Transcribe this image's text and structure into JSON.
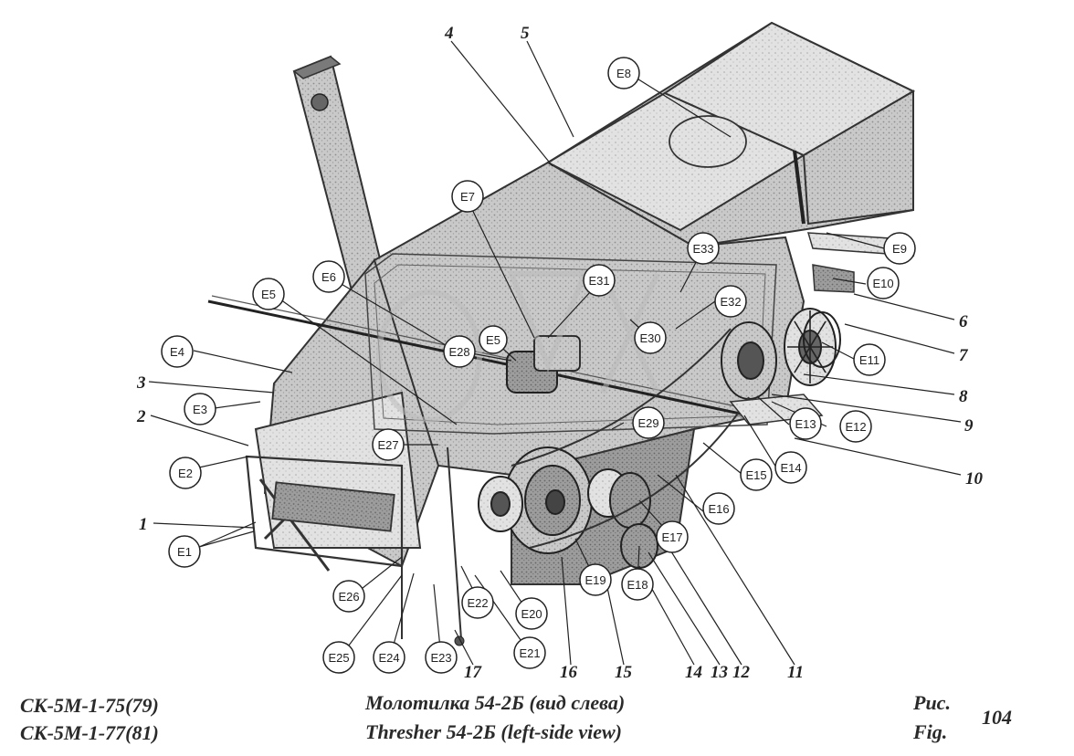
{
  "caption": {
    "model_1": "СК-5М-1-75(79)",
    "model_2": "СК-5М-1-77(81)",
    "title_ru": "Молотилка 54-2Б (вид слева)",
    "title_en": "Thresher 54-2Б  (left-side view)",
    "fig_ru": "Рис.",
    "fig_en": "Fig.",
    "fig_number": "104"
  },
  "callouts": [
    "E1",
    "E2",
    "E3",
    "E4",
    "E5",
    "E6",
    "E7",
    "E8",
    "E9",
    "E10",
    "E11",
    "E12",
    "E13",
    "E14",
    "E15",
    "E16",
    "E17",
    "E18",
    "E19",
    "E20",
    "E21",
    "E22",
    "E23",
    "E24",
    "E25",
    "E26",
    "E27",
    "E28",
    "E29",
    "E30",
    "E31",
    "E32",
    "E33",
    "E5"
  ],
  "numbers": [
    "1",
    "2",
    "3",
    "4",
    "5",
    "6",
    "7",
    "8",
    "9",
    "10",
    "11",
    "12",
    "13",
    "14",
    "15",
    "16",
    "17"
  ],
  "colors": {
    "ink": "#222222",
    "shade_dark": "#8a8a8a",
    "shade_mid": "#b8b8b8",
    "shade_light": "#dcdcdc",
    "paper": "#ffffff"
  }
}
